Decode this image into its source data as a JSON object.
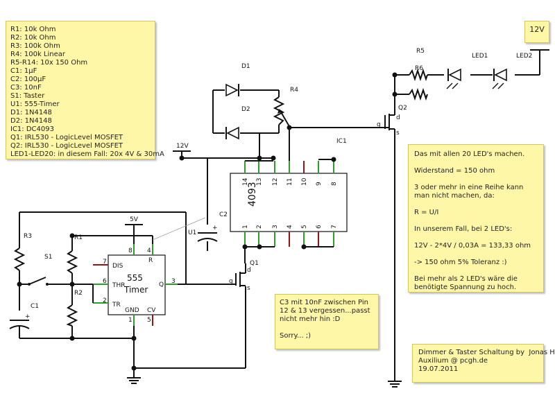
{
  "parts_note": {
    "lines": [
      "R1: 10k Ohm",
      "R2: 10k Ohm",
      "R3: 100k Ohm",
      "R4: 100k Linear",
      "R5-R14: 10x 150 Ohm",
      "C1: 1µF",
      "C2: 100µF",
      "C3: 10nF",
      "S1: Taster",
      "U1: 555-Timer",
      "D1: 1N4148",
      "D2: 1N4148",
      "IC1: DC4093",
      "Q1: IRL530 - LogicLevel MOSFET",
      "Q2: IRL530 - LogicLevel MOSFET",
      "LED1-LED20: in diesem Fall: 20x 4V & 30mA"
    ]
  },
  "calc_note": {
    "lines": [
      "Das mit allen 20 LED's machen.",
      "",
      "Widerstand = 150 ohm",
      "",
      "3 oder mehr in eine Reihe kann man nicht machen, da:",
      "",
      "R = U/I",
      "",
      "In unserem Fall, bei 2 LED's:",
      "",
      "12V - 2*4V / 0,03A = 133,33 ohm",
      "",
      "-> 150 ohm 5% Toleranz :)",
      "",
      "Bei mehr als 2 LED's wäre die benötigte Spannung zu hoch."
    ]
  },
  "c3_note": {
    "lines": [
      "C3 mit 10nF zwischen Pin 12 & 13 vergessen...passt nicht mehr hin :D",
      "",
      "Sorry... ;)"
    ]
  },
  "credit_note": {
    "lines": [
      "Dimmer & Taster Schaltung by  Jonas H.",
      "Auxilium @ pcgh.de",
      "19.07.2011"
    ]
  },
  "supply_note": {
    "text": "12V"
  },
  "labels": {
    "r1": "R1",
    "r2": "R2",
    "r3": "R3",
    "r4": "R4",
    "r5": "R5",
    "r6": "R6",
    "s1": "S1",
    "c1": "C1",
    "c2": "C2",
    "d1": "D1",
    "d2": "D2",
    "u1": "U1",
    "q1": "Q1",
    "q2": "Q2",
    "ic1": "IC1",
    "led1": "LED1",
    "led2": "LED2",
    "v12_top": "12V",
    "v5": "5V",
    "ic_name": "4093",
    "timer_name_1": "555",
    "timer_name_2": "Timer",
    "pin_dis": "DIS",
    "pin_thr": "THR",
    "pin_tr": "TR",
    "pin_gnd": "GND",
    "pin_cv": "CV",
    "pin_r": "R",
    "pin_q": "Q",
    "pin_8": "8",
    "pin_4": "4",
    "pin_7": "7",
    "pin_6": "6",
    "pin_2": "2",
    "pin_1": "1",
    "pin_5": "5",
    "pin_3": "3",
    "ic_top_pins": [
      "14",
      "13",
      "12",
      "11",
      "10",
      "9",
      "8"
    ],
    "ic_bot_pins": [
      "1",
      "2",
      "3",
      "4",
      "5",
      "6",
      "7"
    ],
    "cap_plus": "+",
    "fet_g": "g",
    "fet_d": "d",
    "fet_s": "s"
  },
  "colors": {
    "note_bg": "#fff7a8",
    "wire": "#111111",
    "pin_connected": "#2aa02a",
    "pin_open": "#9b1111"
  }
}
